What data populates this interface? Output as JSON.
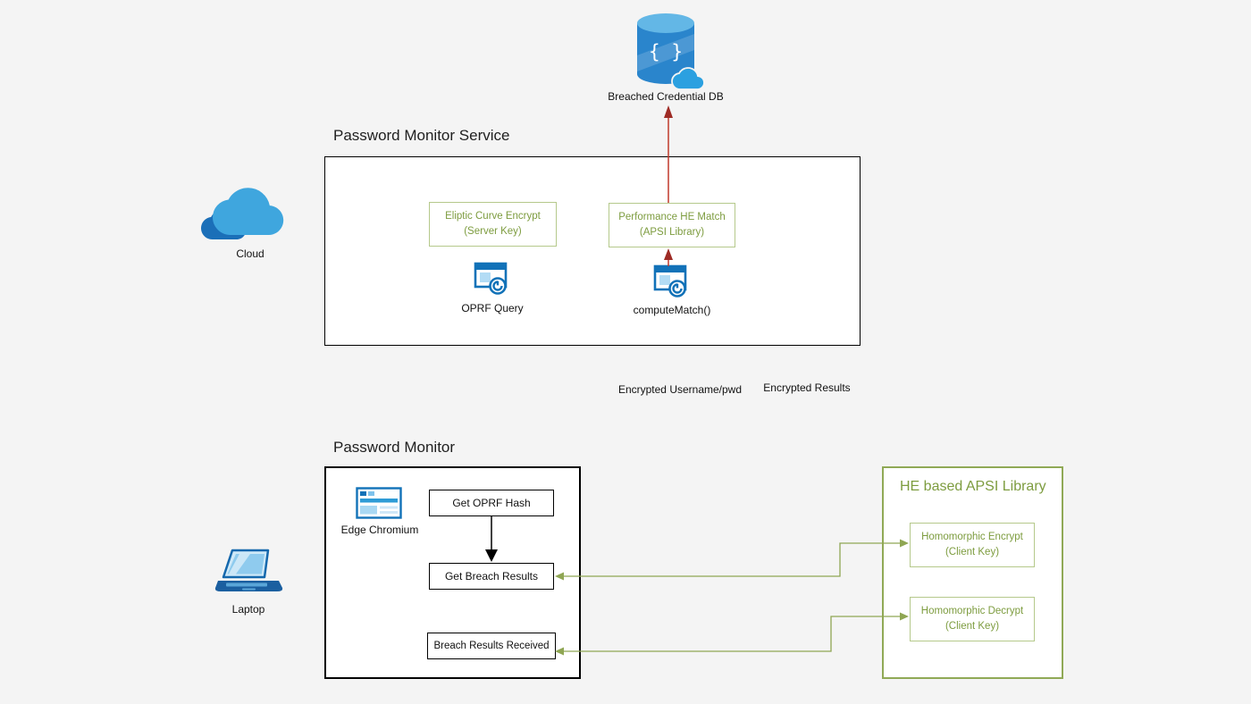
{
  "colors": {
    "background": "#f4f4f4",
    "accent_blue": "#1272b8",
    "accent_blue_light": "#3fa6de",
    "olive_text": "#7d9c3f",
    "olive_box_border": "#b5c98b",
    "apsi_border": "#90a956",
    "connector_green": "#8fa653",
    "connector_red": "#c0392b",
    "connector_black": "#000000"
  },
  "top": {
    "db_label": "Breached Credential DB"
  },
  "left": {
    "cloud_label": "Cloud",
    "laptop_label": "Laptop"
  },
  "service": {
    "title": "Password Monitor Service",
    "ecc_box": "Eliptic Curve Encrypt\n(Server Key)",
    "he_match_box": "Performance HE Match\n(APSI Library)",
    "oprf_label": "OPRF Query",
    "compute_label": "computeMatch()"
  },
  "flow": {
    "encrypted_username": "Encrypted Username/pwd",
    "encrypted_results": "Encrypted Results"
  },
  "client": {
    "title": "Password Monitor",
    "browser_label": "Edge Chromium",
    "get_oprf": "Get OPRF Hash",
    "get_breach": "Get Breach Results",
    "breach_received": "Breach Results Received"
  },
  "apsi": {
    "title": "HE based APSI Library",
    "encrypt_box": "Homomorphic Encrypt\n(Client Key)",
    "decrypt_box": "Homomorphic Decrypt\n(Client Key)"
  }
}
